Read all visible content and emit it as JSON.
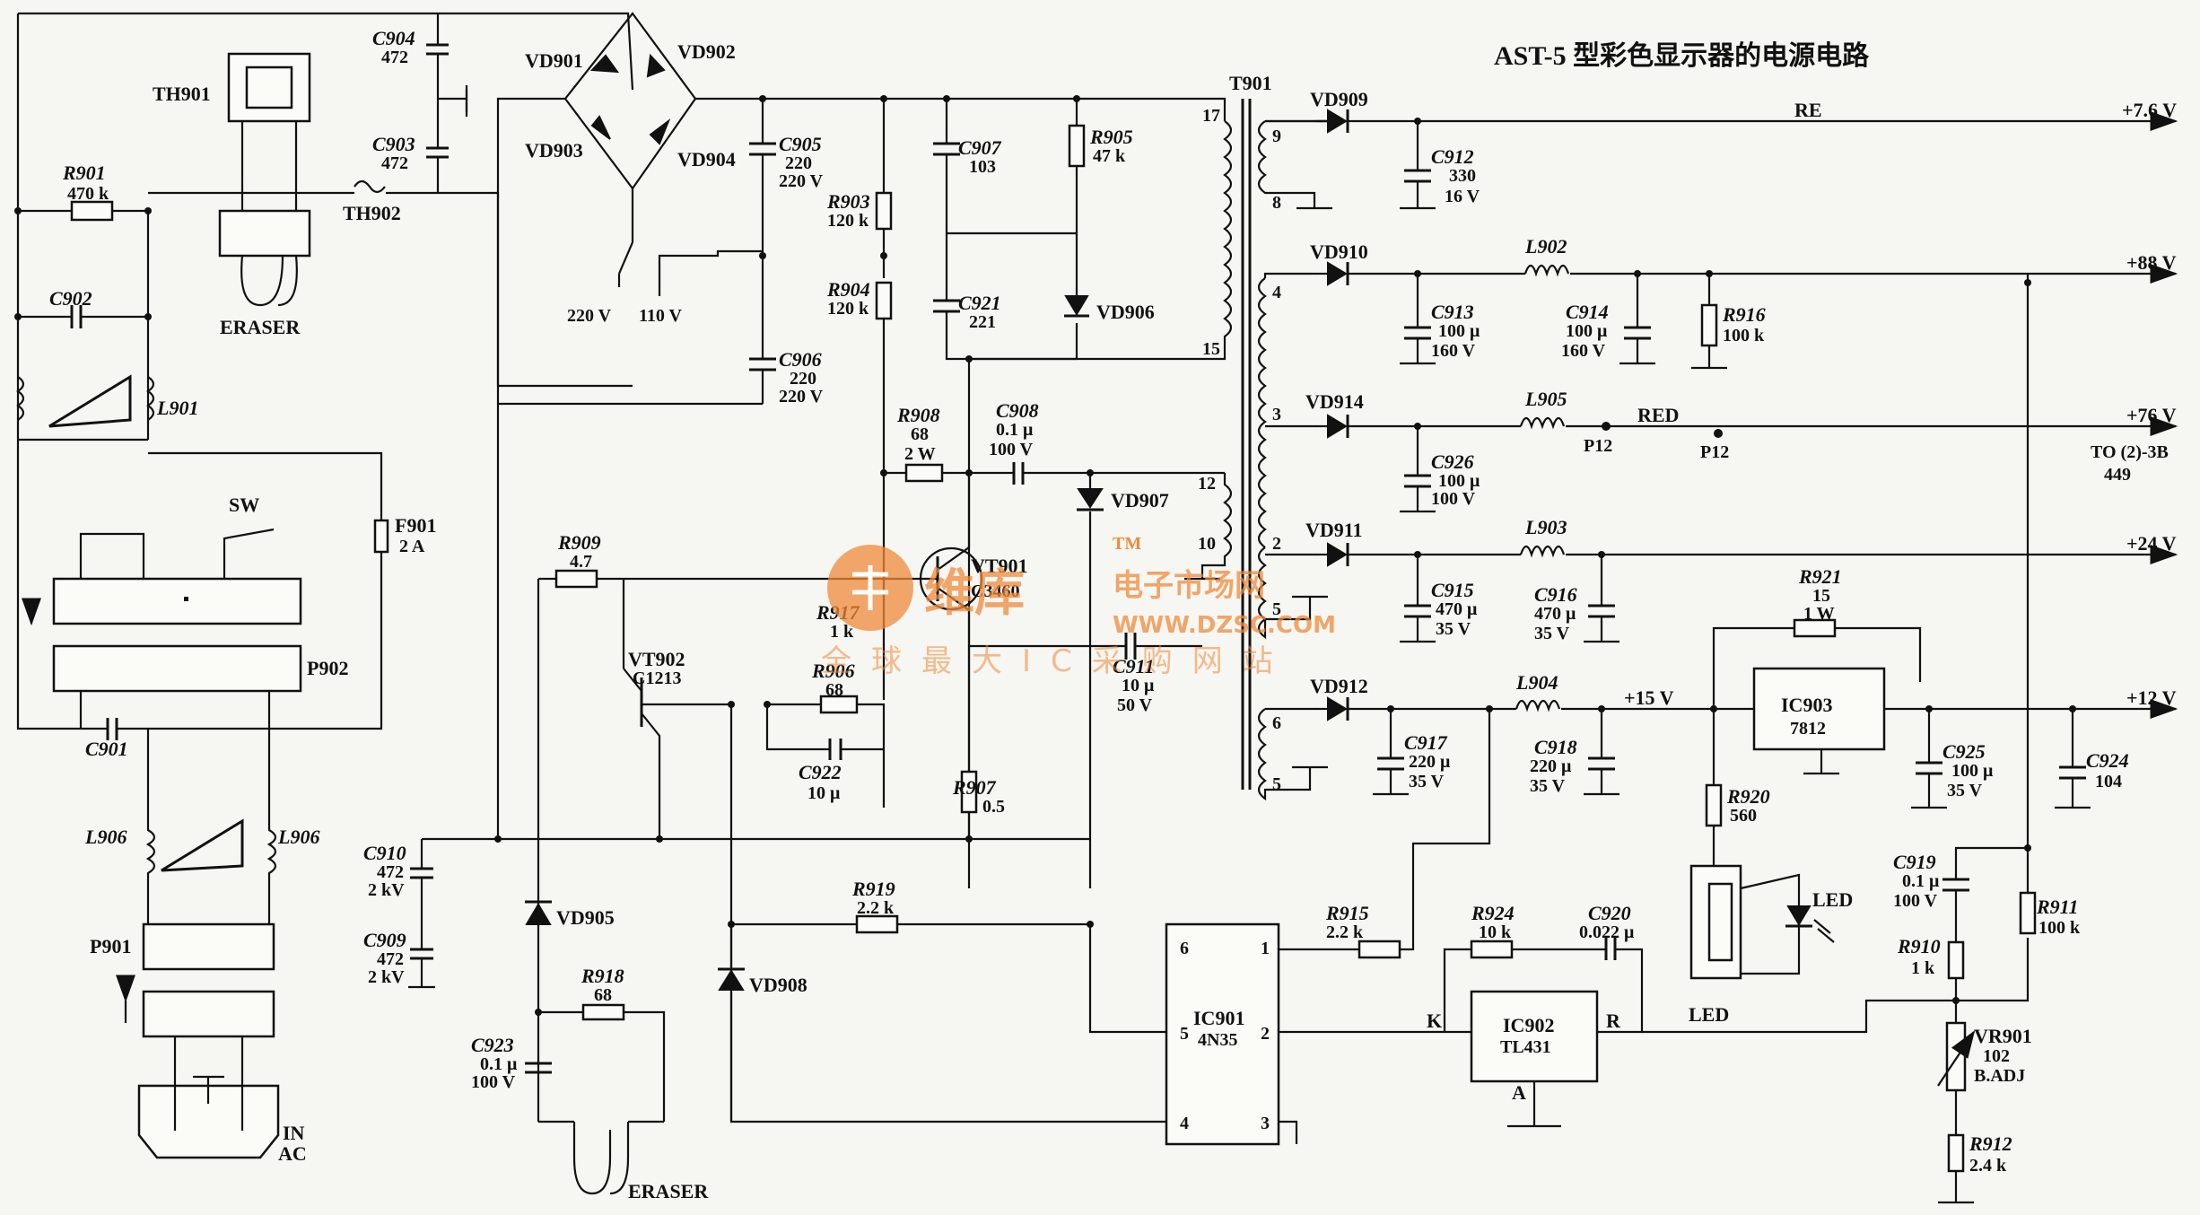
{
  "title": "AST-5 型彩色显示器的电源电路",
  "watermark": {
    "brand": "维库",
    "market": "电子市场网",
    "url": "WWW.DZSC.COM",
    "slogan": "全球最大IC采购网站",
    "trademark": "TM",
    "color": "#f08a3a"
  },
  "outputs": [
    {
      "net": "RE",
      "voltage": "+7.6 V"
    },
    {
      "voltage": "+88 V"
    },
    {
      "net": "RED",
      "voltage": "+76 V",
      "dest": "TO (2)-3B",
      "dest2": "449"
    },
    {
      "voltage": "+24 V"
    },
    {
      "voltage": "+12 V"
    }
  ],
  "transformer": {
    "ref": "T901",
    "pins": [
      "17",
      "15",
      "12",
      "10",
      "9",
      "8",
      "4",
      "3",
      "2",
      "5",
      "6",
      "5"
    ]
  },
  "components": {
    "TH901": "TH901",
    "TH902": "TH902",
    "ERASER_top": "ERASER",
    "ERASER_bottom": "ERASER",
    "R901": [
      "R901",
      "470 k"
    ],
    "C902": "C902",
    "L901": "L901",
    "C904": [
      "C904",
      "472"
    ],
    "C903": [
      "C903",
      "472"
    ],
    "VD901": "VD901",
    "VD902": "VD902",
    "VD903": "VD903",
    "VD904": "VD904",
    "sel220": "220 V",
    "sel110": "110 V",
    "C905": [
      "C905",
      "220",
      "220 V"
    ],
    "C906": [
      "C906",
      "220",
      "220 V"
    ],
    "R903": [
      "R903",
      "120 k"
    ],
    "R904": [
      "R904",
      "120 k"
    ],
    "C907": [
      "C907",
      "103"
    ],
    "R905": [
      "R905",
      "47 k"
    ],
    "C921": [
      "C921",
      "221"
    ],
    "VD906": "VD906",
    "R908": [
      "R908",
      "68",
      "2 W"
    ],
    "C908": [
      "C908",
      "0.1 μ",
      "100 V"
    ],
    "VD907": "VD907",
    "VT901": [
      "VT901",
      "C3460"
    ],
    "R917": [
      "R917",
      "1 k"
    ],
    "R906": [
      "R906",
      "68"
    ],
    "C922": [
      "C922",
      "10 μ"
    ],
    "C911": [
      "C911",
      "10 μ",
      "50 V"
    ],
    "R907": [
      "R907",
      "0.5"
    ],
    "R909": [
      "R909",
      "4.7"
    ],
    "VT902": [
      "VT902",
      "C1213"
    ],
    "F901": [
      "F901",
      "2 A"
    ],
    "SW": "SW",
    "P902": "P902",
    "C901": "C901",
    "L906a": "L906",
    "L906b": "L906",
    "P901": "P901",
    "IN": [
      "IN",
      "AC"
    ],
    "C910": [
      "C910",
      "472",
      "2 kV"
    ],
    "C909": [
      "C909",
      "472",
      "2 kV"
    ],
    "VD905": "VD905",
    "R918": [
      "R918",
      "68"
    ],
    "C923": [
      "C923",
      "0.1 μ",
      "100 V"
    ],
    "VD908": "VD908",
    "R919": [
      "R919",
      "2.2 k"
    ],
    "IC901": [
      "IC901",
      "4N35"
    ],
    "IC901_pins": [
      "6",
      "1",
      "5",
      "2",
      "4",
      "3"
    ],
    "R915": [
      "R915",
      "2.2 k"
    ],
    "R924": [
      "R924",
      "10 k"
    ],
    "C920": [
      "C920",
      "0.022 μ"
    ],
    "IC902": [
      "IC902",
      "TL431",
      "K",
      "R",
      "A"
    ],
    "VD909": "VD909",
    "C912": [
      "C912",
      "330",
      "16 V"
    ],
    "VD910": "VD910",
    "L902": "L902",
    "C913": [
      "C913",
      "100 μ",
      "160 V"
    ],
    "C914": [
      "C914",
      "100 μ",
      "160 V"
    ],
    "R916": [
      "R916",
      "100 k"
    ],
    "VD914": "VD914",
    "L905": "L905",
    "C926": [
      "C926",
      "100 μ",
      "100 V"
    ],
    "P12a": "P12",
    "P12b": "P12",
    "VD911": "VD911",
    "L903": "L903",
    "C915": [
      "C915",
      "470 μ",
      "35 V"
    ],
    "C916": [
      "C916",
      "470 μ",
      "35 V"
    ],
    "R921": [
      "R921",
      "15",
      "1 W"
    ],
    "IC903": [
      "IC903",
      "7812"
    ],
    "VD912": "VD912",
    "L904": "L904",
    "v15": "+15 V",
    "C917": [
      "C917",
      "220 μ",
      "35 V"
    ],
    "C918": [
      "C918",
      "220 μ",
      "35 V"
    ],
    "R920": [
      "R920",
      "560"
    ],
    "C925": [
      "C925",
      "100 μ",
      "35 V"
    ],
    "C924": [
      "C924",
      "104"
    ],
    "LED_a": "LED",
    "LED_b": "LED",
    "C919": [
      "C919",
      "0.1 μ",
      "100 V"
    ],
    "R910": [
      "R910",
      "1 k"
    ],
    "R911": [
      "R911",
      "100 k"
    ],
    "VR901": [
      "VR901",
      "102",
      "B.ADJ"
    ],
    "R912": [
      "R912",
      "2.4 k"
    ]
  }
}
